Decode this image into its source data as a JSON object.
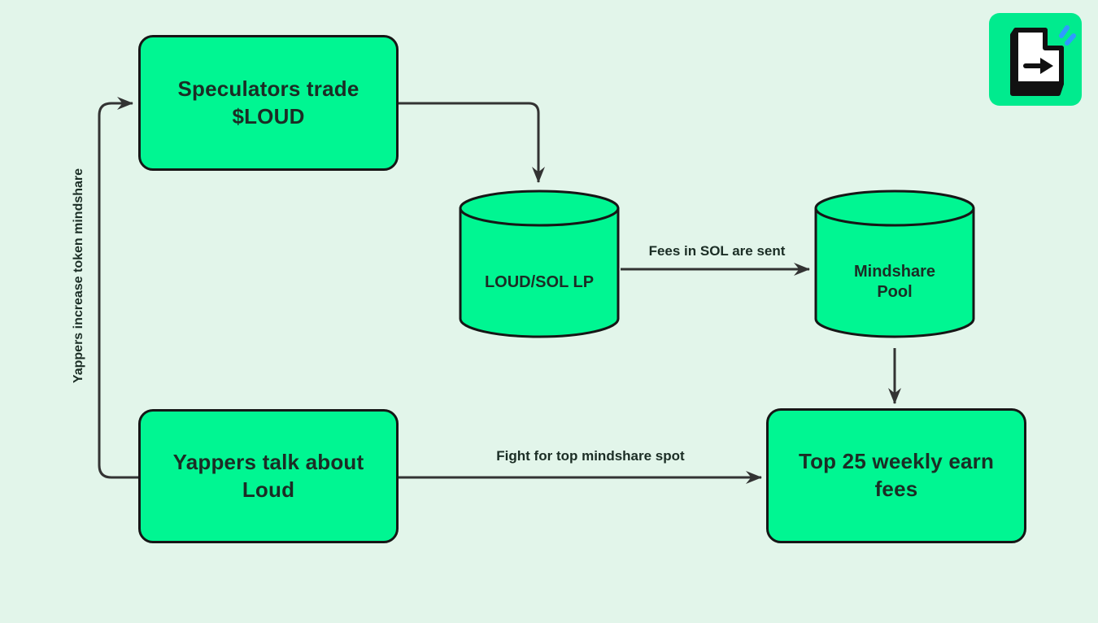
{
  "colors": {
    "background": "#E2F5EA",
    "shape_fill": "#00F692",
    "outline": "#161616",
    "connector": "#333333",
    "text": "#1B2D25",
    "logo_bg": "#00EB8E",
    "logo_blue": "#2E9BFF",
    "logo_black": "#111111",
    "logo_white": "#FFFFFF"
  },
  "nodes": {
    "speculators": {
      "label": "Speculators trade $LOUD",
      "shape": "rounded-rect"
    },
    "loud_sol_lp": {
      "label": "LOUD/SOL LP",
      "shape": "cylinder"
    },
    "mindshare_pool": {
      "label": "Mindshare Pool",
      "shape": "cylinder"
    },
    "yappers": {
      "label": "Yappers talk about Loud",
      "shape": "rounded-rect"
    },
    "top25": {
      "label": "Top 25 weekly earn fees",
      "shape": "rounded-rect"
    }
  },
  "edges": {
    "loop": {
      "label": "Yappers increase token mindshare",
      "from": "yappers",
      "to": "speculators"
    },
    "trade_to_lp": {
      "from": "speculators",
      "to": "loud_sol_lp"
    },
    "fees": {
      "label": "Fees in SOL are sent",
      "from": "loud_sol_lp",
      "to": "mindshare_pool"
    },
    "pool_to_top25": {
      "from": "mindshare_pool",
      "to": "top25"
    },
    "fight": {
      "label": "Fight for top mindshare spot",
      "from": "yappers",
      "to": "top25"
    }
  },
  "logo": {
    "name": "enter-key-logo"
  }
}
